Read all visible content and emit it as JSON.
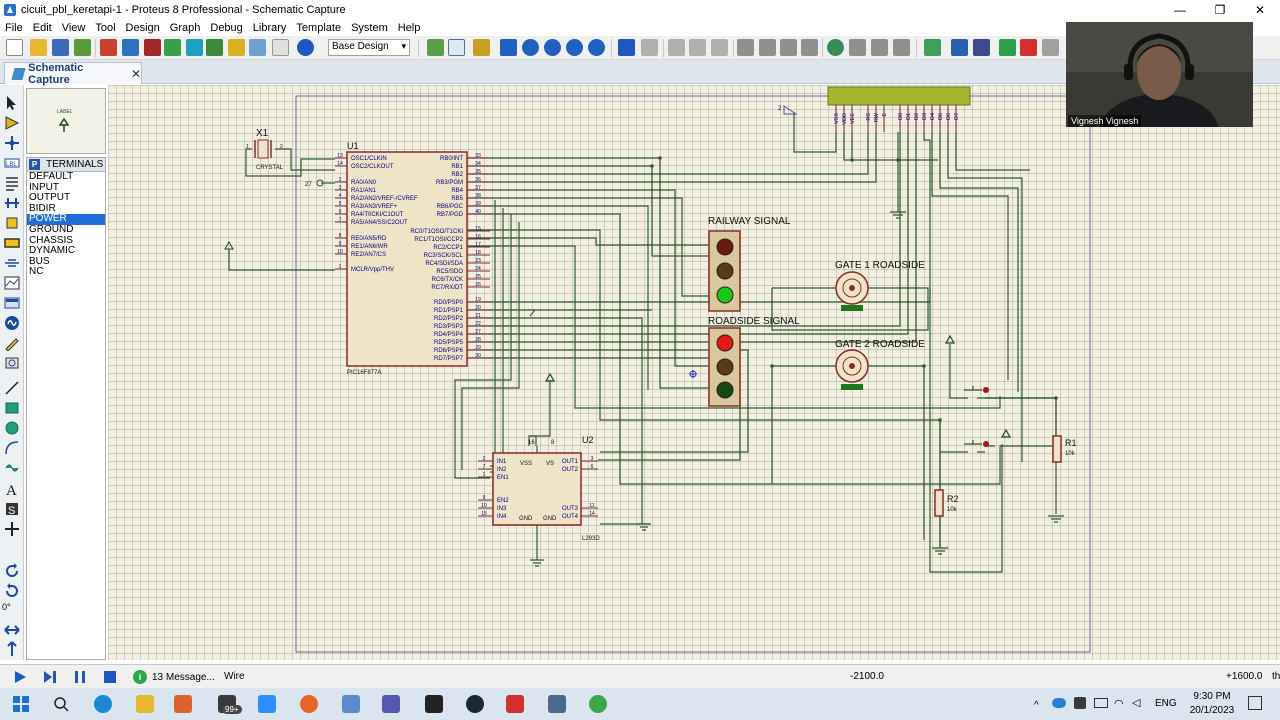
{
  "window": {
    "title": "cicuit_pbl_keretapi-1 - Proteus 8 Professional - Schematic Capture",
    "controls": [
      "—",
      "❐",
      "✕"
    ]
  },
  "menu": [
    "File",
    "Edit",
    "View",
    "Tool",
    "Design",
    "Graph",
    "Debug",
    "Library",
    "Template",
    "System",
    "Help"
  ],
  "toolbar": {
    "layer_select": "Base Design"
  },
  "tab": {
    "label": "Schematic Capture",
    "close": "✕"
  },
  "preview": {
    "label": "LABEL"
  },
  "selector": {
    "button": "P",
    "header": "TERMINALS",
    "items": [
      "DEFAULT",
      "INPUT",
      "OUTPUT",
      "BIDIR",
      "POWER",
      "GROUND",
      "CHASSIS",
      "DYNAMIC",
      "BUS",
      "NC"
    ],
    "selected": "POWER"
  },
  "left_tools": {
    "rotation": "0°"
  },
  "schematic": {
    "x1": {
      "ref": "X1",
      "value": "CRYSTAL",
      "pin1": "1",
      "pin2": "2"
    },
    "u1": {
      "ref": "U1",
      "part": "PIC16F877A",
      "left_pins": [
        {
          "num": "13",
          "name": "OSC1/CLKIN"
        },
        {
          "num": "14",
          "name": "OSC2/CLKOUT"
        },
        {
          "num": "2",
          "name": "RA0/AN0"
        },
        {
          "num": "3",
          "name": "RA1/AN1"
        },
        {
          "num": "4",
          "name": "RA2/AN2/VREF-/CVREF"
        },
        {
          "num": "5",
          "name": "RA3/AN3/VREF+"
        },
        {
          "num": "6",
          "name": "RA4/T0CKI/C1OUT"
        },
        {
          "num": "7",
          "name": "RA5/AN4/SS/C2OUT"
        },
        {
          "num": "8",
          "name": "RE0/AN5/RD"
        },
        {
          "num": "9",
          "name": "RE1/AN6/WR"
        },
        {
          "num": "10",
          "name": "RE2/AN7/CS"
        },
        {
          "num": "1",
          "name": "MCLR/Vpp/THV"
        }
      ],
      "right_pins": [
        {
          "num": "33",
          "name": "RB0/INT"
        },
        {
          "num": "34",
          "name": "RB1"
        },
        {
          "num": "35",
          "name": "RB2"
        },
        {
          "num": "36",
          "name": "RB3/PGM"
        },
        {
          "num": "37",
          "name": "RB4"
        },
        {
          "num": "38",
          "name": "RB5"
        },
        {
          "num": "39",
          "name": "RB6/PGC"
        },
        {
          "num": "40",
          "name": "RB7/PGD"
        },
        {
          "num": "15",
          "name": "RC0/T1OSO/T1CKI"
        },
        {
          "num": "16",
          "name": "RC1/T1OSI/CCP2"
        },
        {
          "num": "17",
          "name": "RC2/CCP1"
        },
        {
          "num": "18",
          "name": "RC3/SCK/SCL"
        },
        {
          "num": "23",
          "name": "RC4/SDI/SDA"
        },
        {
          "num": "24",
          "name": "RC5/SDO"
        },
        {
          "num": "25",
          "name": "RC6/TX/CK"
        },
        {
          "num": "26",
          "name": "RC7/RX/DT"
        },
        {
          "num": "19",
          "name": "RD0/PSP0"
        },
        {
          "num": "20",
          "name": "RD1/PSP1"
        },
        {
          "num": "21",
          "name": "RD2/PSP2"
        },
        {
          "num": "22",
          "name": "RD3/PSP3"
        },
        {
          "num": "27",
          "name": "RD4/PSP4"
        },
        {
          "num": "28",
          "name": "RD5/PSP5"
        },
        {
          "num": "29",
          "name": "RD6/PSP6"
        },
        {
          "num": "30",
          "name": "RD7/PSP7"
        }
      ],
      "ra0_probe": "27"
    },
    "u2": {
      "ref": "U2",
      "part": "L293D",
      "top_pins": [
        "16",
        "8"
      ],
      "left_pins": [
        {
          "num": "2",
          "name": "IN1"
        },
        {
          "num": "7",
          "name": "IN2"
        },
        {
          "num": "1",
          "name": "EN1"
        },
        {
          "num": "9",
          "name": "EN2"
        },
        {
          "num": "10",
          "name": "IN3"
        },
        {
          "num": "15",
          "name": "IN4"
        }
      ],
      "right_pins": [
        {
          "num": "3",
          "name": "OUT1"
        },
        {
          "num": "6",
          "name": "OUT2"
        },
        {
          "num": "11",
          "name": "OUT3"
        },
        {
          "num": "14",
          "name": "OUT4"
        }
      ],
      "inner": [
        "VSS",
        "VS",
        "GND",
        "GND"
      ]
    },
    "lcd": {
      "pins": [
        "VSS",
        "VDD",
        "VEE",
        "RS",
        "RW",
        "E",
        "D0",
        "D1",
        "D2",
        "D3",
        "D4",
        "D5",
        "D6",
        "D7"
      ],
      "probe": "2"
    },
    "railway_signal": {
      "label": "RAILWAY SIGNAL",
      "lights": [
        "#6a1a10",
        "#5a3a18",
        "#18c818"
      ]
    },
    "roadside_signal": {
      "label": "ROADSIDE SIGNAL",
      "lights": [
        "#e01818",
        "#5a3a18",
        "#134a13"
      ]
    },
    "gate1": {
      "label": "GATE 1 ROADSIDE"
    },
    "gate2": {
      "label": "GATE 2 ROADSIDE"
    },
    "r1": {
      "ref": "R1",
      "value": "10k"
    },
    "r2": {
      "ref": "R2",
      "value": "10k"
    }
  },
  "webcam": {
    "name": "Vignesh Vignesh"
  },
  "status": {
    "messages": "13 Message...",
    "mode": "Wire",
    "x": "-2100.0",
    "y": "+1600.0",
    "suffix": "th"
  },
  "taskbar": {
    "badge": "99+",
    "lang": "ENG",
    "time": "9:30 PM",
    "date": "20/1/2023"
  },
  "colors": {
    "wire": "#2f5a2f",
    "component_outline": "#8a2a2a",
    "component_fill": "#f0e4c8",
    "lcd": "#a4b42c",
    "label_text": "#000080",
    "accent": "#1e6fd9"
  }
}
